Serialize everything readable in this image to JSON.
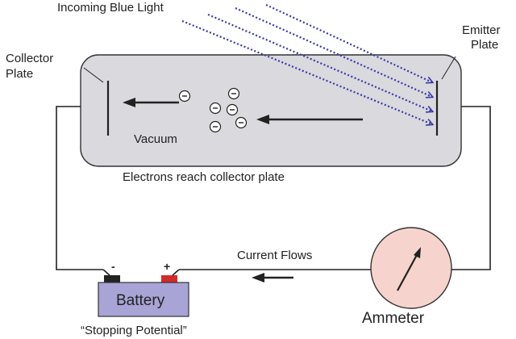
{
  "labels": {
    "incoming_light": "Incoming Blue Light",
    "emitter_line1": "Emitter",
    "emitter_line2": "Plate",
    "collector_line1": "Collector",
    "collector_line2": "Plate",
    "vacuum": "Vacuum",
    "electrons_reach": "Electrons reach collector plate",
    "current_flows": "Current Flows",
    "battery": "Battery",
    "ammeter": "Ammeter",
    "stopping_potential": "“Stopping Potential”",
    "battery_minus": "-",
    "battery_plus": "+",
    "electron_symbol": "⊖"
  },
  "colors": {
    "tube_fill": "#d9d9de",
    "light_rays": "#3a37a6",
    "battery_fill": "#a8a4d6",
    "battery_neg_terminal": "#222222",
    "battery_pos_terminal": "#d42a2a",
    "ammeter_fill": "#f6d3cc",
    "wire": "#222222"
  },
  "electron_count": 6
}
